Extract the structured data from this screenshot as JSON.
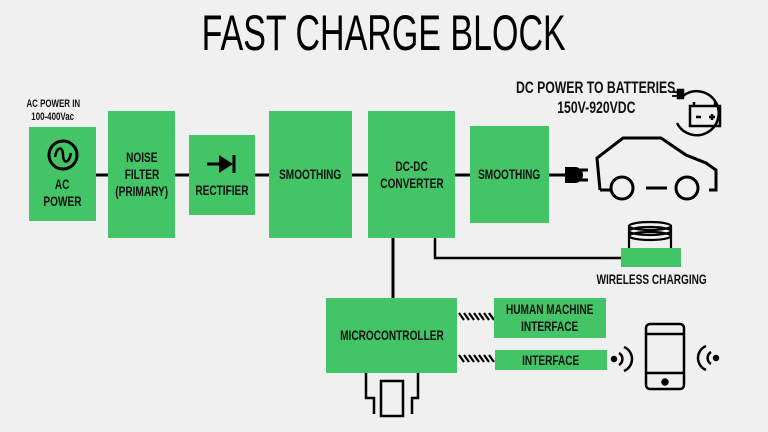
{
  "title": "FAST CHARGE BLOCK",
  "colors": {
    "block": "#43c466",
    "background": "#f0f0f0",
    "line": "#000000"
  },
  "input": {
    "label_line1": "AC POWER IN",
    "label_line2": "100-400Vac"
  },
  "blocks": {
    "ac_power": {
      "line1": "AC",
      "line2": "POWER",
      "icon": "ac-sine-icon"
    },
    "noise_filter": {
      "line1": "NOISE",
      "line2": "FILTER",
      "line3": "(PRIMARY)"
    },
    "rectifier": {
      "label": "RECTIFIER",
      "icon": "diode-icon"
    },
    "smoothing1": {
      "label": "SMOOTHING"
    },
    "dcdc": {
      "line1": "DC-DC",
      "line2": "CONVERTER"
    },
    "smoothing2": {
      "label": "SMOOTHING"
    },
    "microcontroller": {
      "label": "MICROCONTROLLER"
    },
    "hmi": {
      "line1": "HUMAN MACHINE",
      "line2": "INTERFACE"
    },
    "interface": {
      "label": "INTERFACE"
    }
  },
  "output": {
    "label_line1": "DC POWER TO BATTERIES",
    "label_line2": "150V-920VDC"
  },
  "wireless": {
    "label": "WIRELESS CHARGING"
  },
  "icons": [
    "plug-icon",
    "car-icon",
    "battery-charging-icon",
    "wireless-coil-icon",
    "crystal-oscillator-icon",
    "smartphone-icon",
    "signal-waves-icon"
  ]
}
